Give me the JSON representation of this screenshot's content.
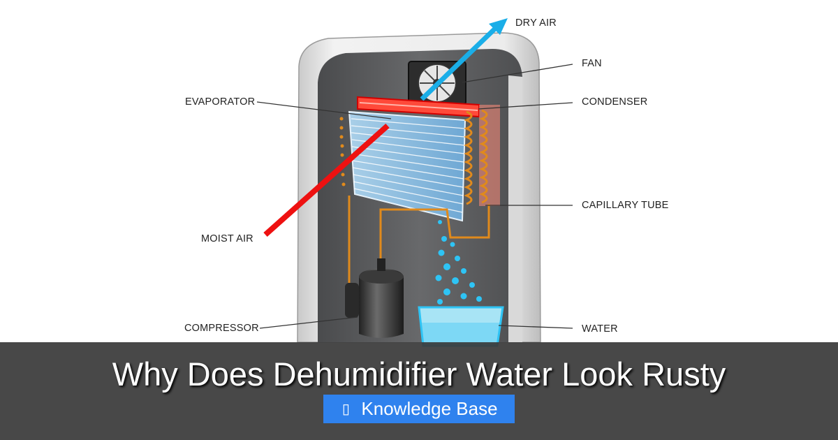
{
  "diagram": {
    "labels": {
      "dry_air": "DRY AIR",
      "fan": "FAN",
      "evaporator": "EVAPORATOR",
      "condenser": "CONDENSER",
      "capillary_tube": "CAPILLARY TUBE",
      "moist_air": "MOIST AIR",
      "compressor": "COMPRESSOR",
      "water": "WATER"
    },
    "colors": {
      "moist_air_arrow": "#ee1111",
      "dry_air_arrow": "#1aaee8",
      "water": "#2ec4f5",
      "copper_tube": "#e08a1c",
      "cabinet_interior": "#5b5c5e"
    }
  },
  "banner": {
    "title": "Why Does Dehumidifier Water Look Rusty",
    "badge_icon": "book-icon",
    "badge_label": "Knowledge Base",
    "badge_color": "#2f82ee"
  }
}
